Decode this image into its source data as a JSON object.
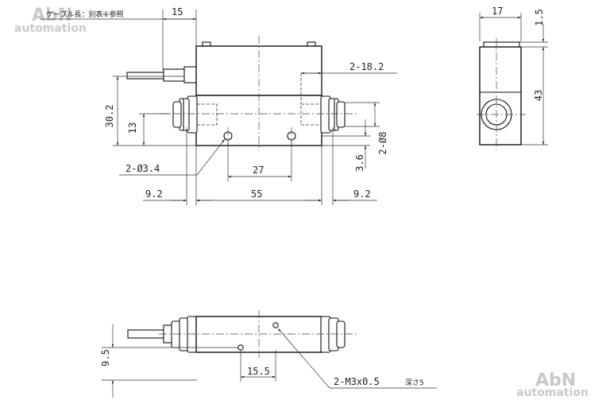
{
  "watermark": {
    "brand": "AbN",
    "sub": "automation"
  },
  "front_view": {
    "cable_note": "ケーブル長：別表④参照",
    "dim_cable_offset": "15",
    "dim_port_pitch": "2-18.2",
    "dim_height": "30.2",
    "dim_port_height": "13",
    "dim_tube_dia": "2-Ø8",
    "dim_hole_height": "3.6",
    "dim_mount_holes": "2-Ø3.4",
    "dim_hole_pitch": "27",
    "dim_fitting_left": "9.2",
    "dim_body_length": "55",
    "dim_fitting_right": "9.2"
  },
  "side_view": {
    "dim_width": "17",
    "dim_top_step": "1.5",
    "dim_height": "43"
  },
  "bottom_view": {
    "dim_hole_offset": "9.5",
    "dim_hole_pitch": "15.5",
    "dim_tapped_holes": "2-M3x0.5",
    "dim_tap_depth": "深さ5"
  }
}
